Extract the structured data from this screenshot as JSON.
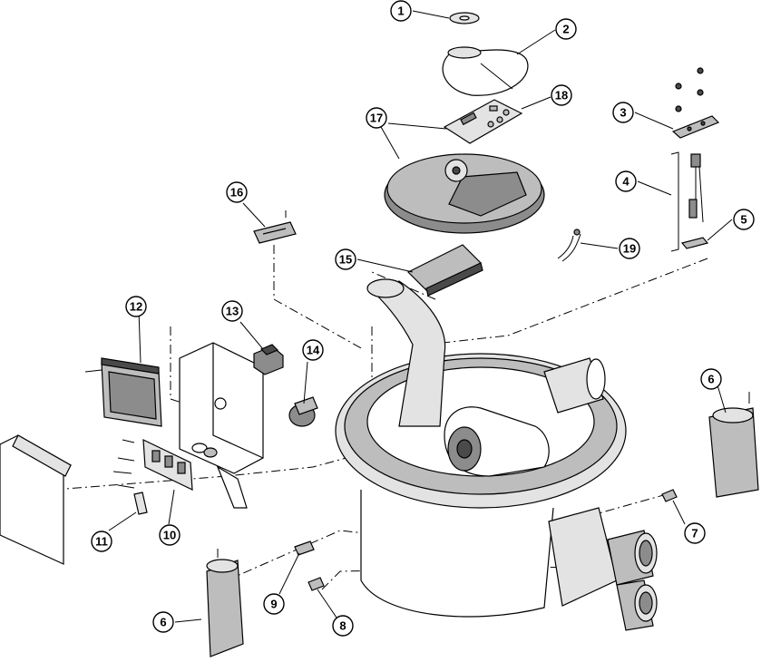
{
  "diagram": {
    "title": "",
    "callouts": [
      {
        "id": "c1",
        "label": "1"
      },
      {
        "id": "c2",
        "label": "2"
      },
      {
        "id": "c3",
        "label": "3"
      },
      {
        "id": "c4",
        "label": "4"
      },
      {
        "id": "c5",
        "label": "5"
      },
      {
        "id": "c6a",
        "label": "6"
      },
      {
        "id": "c6b",
        "label": "6"
      },
      {
        "id": "c7",
        "label": "7"
      },
      {
        "id": "c8",
        "label": "8"
      },
      {
        "id": "c9",
        "label": "9"
      },
      {
        "id": "c10",
        "label": "10"
      },
      {
        "id": "c11",
        "label": "11"
      },
      {
        "id": "c12",
        "label": "12"
      },
      {
        "id": "c13",
        "label": "13"
      },
      {
        "id": "c14",
        "label": "14"
      },
      {
        "id": "c15",
        "label": "15"
      },
      {
        "id": "c16",
        "label": "16"
      },
      {
        "id": "c17",
        "label": "17"
      },
      {
        "id": "c18",
        "label": "18"
      },
      {
        "id": "c19",
        "label": "19"
      }
    ]
  }
}
